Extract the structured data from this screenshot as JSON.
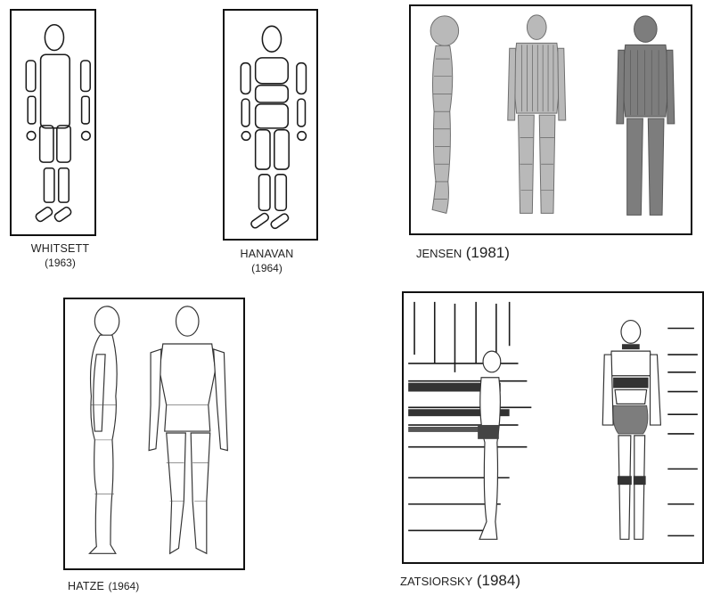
{
  "figures": [
    {
      "name": "WHITSETT",
      "year": "(1963)"
    },
    {
      "name": "HANAVAN",
      "year": "(1964)"
    },
    {
      "name": "JENSEN",
      "year": "(1981)"
    },
    {
      "name": "HATZE",
      "year": "(1964)"
    },
    {
      "name": "ZATSIORSKY",
      "year": "(1984)"
    }
  ]
}
